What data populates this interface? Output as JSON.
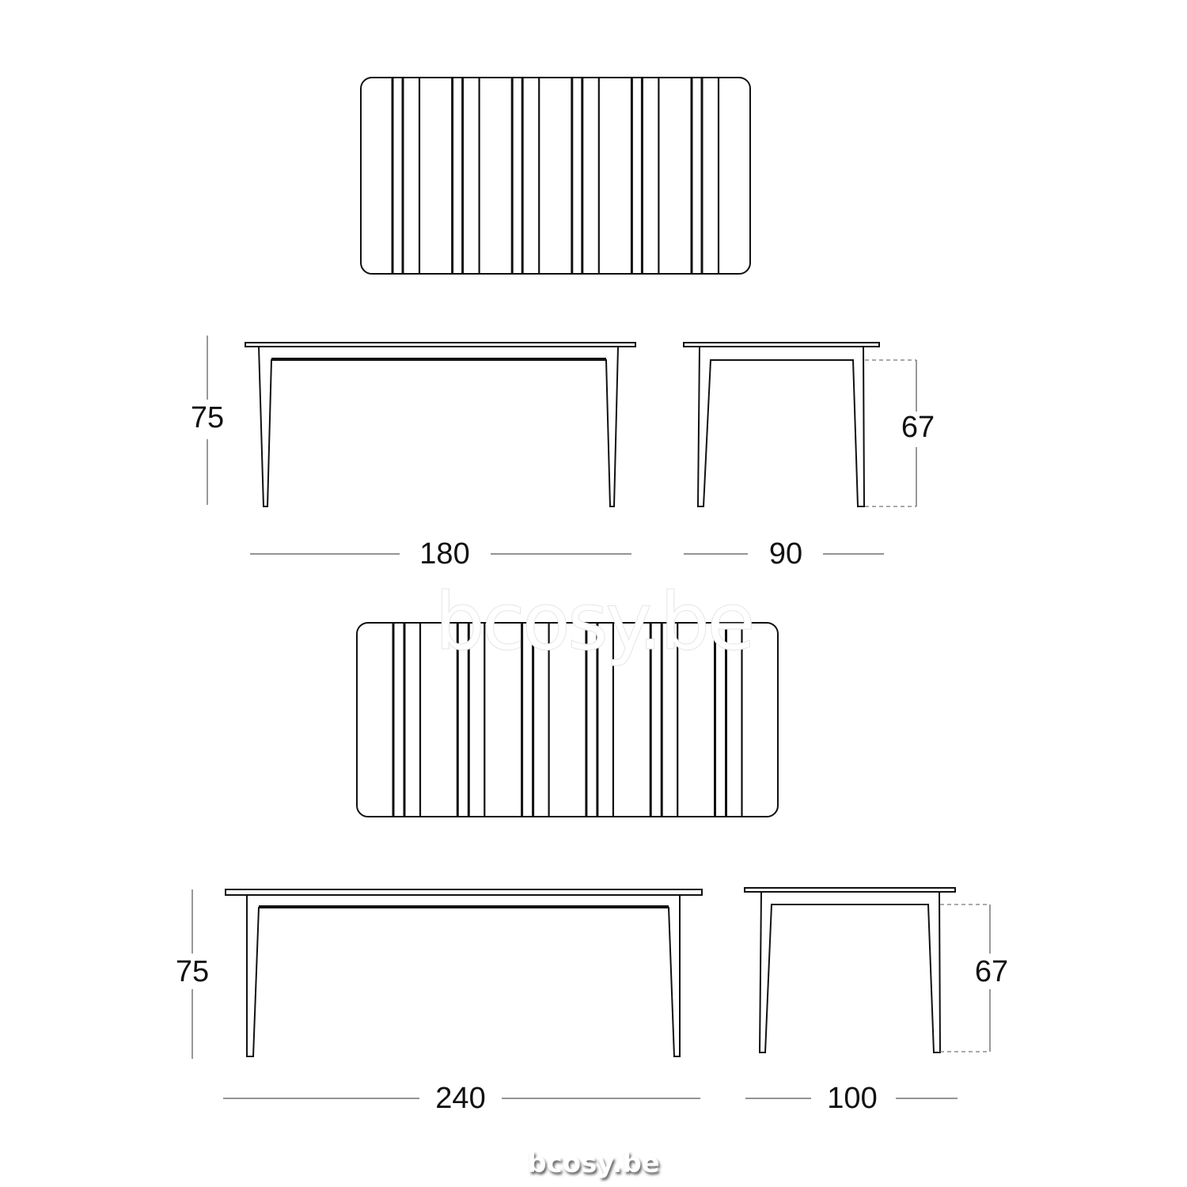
{
  "table_small": {
    "height": "75",
    "inner_height": "67",
    "length": "180",
    "width": "90"
  },
  "table_large": {
    "height": "75",
    "inner_height": "67",
    "length": "240",
    "width": "100"
  },
  "watermark": "bcosy.be",
  "brand": "bcosy.be",
  "colors": {
    "line": "#111111",
    "dimension": "#555555"
  }
}
